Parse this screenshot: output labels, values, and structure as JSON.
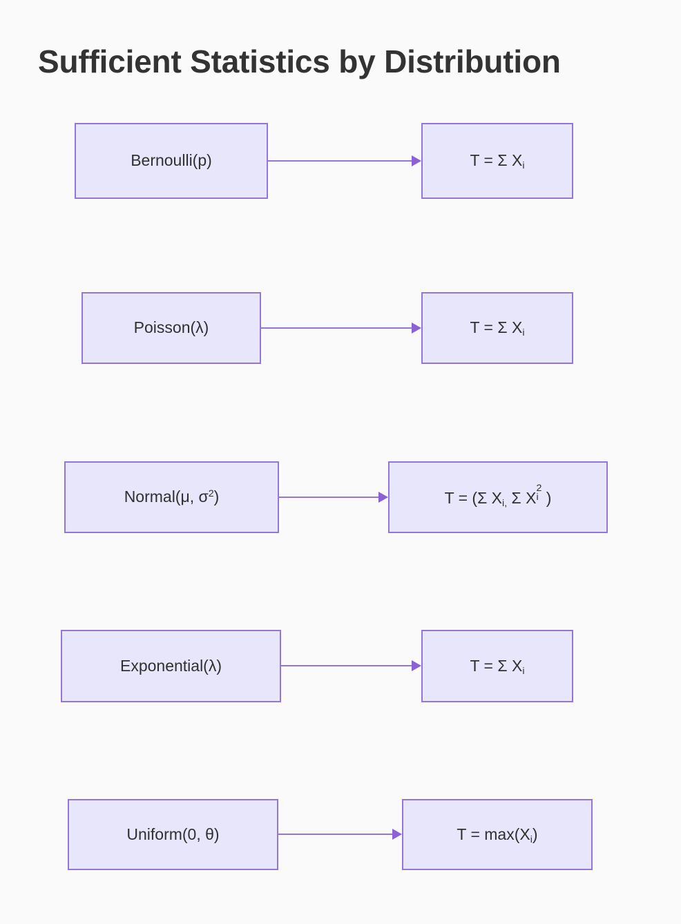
{
  "page": {
    "title": "Sufficient Statistics by Distribution",
    "background_color": "#fafafa",
    "title_color": "#333333"
  },
  "theme": {
    "node_fill": "#e8e6fb",
    "node_border": "#9575d8",
    "node_text": "#303030",
    "arrow_color": "#9575d8",
    "arrow_head_color": "#8a62d6"
  },
  "diagram": {
    "type": "flowchart",
    "orientation": "left-to-right",
    "rows": [
      {
        "id": "bernoulli",
        "source_label": "Bernoulli(p)",
        "target_label_plain": "T = Σ Xi",
        "target_parts": {
          "prefix": "T = Σ X",
          "sub": "i",
          "sup": "",
          "suffix": ""
        },
        "edge_label": ""
      },
      {
        "id": "poisson",
        "source_label": "Poisson(λ)",
        "target_label_plain": "T = Σ Xi",
        "target_parts": {
          "prefix": "T = Σ X",
          "sub": "i",
          "sup": "",
          "suffix": ""
        },
        "edge_label": ""
      },
      {
        "id": "normal",
        "source_label_plain": "Normal(μ, σ2)",
        "source_parts": {
          "prefix": "Normal(μ, σ",
          "sup": "2",
          "suffix": ")"
        },
        "target_label_plain": "T = (Σ Xi, Σ Xi2)",
        "target_parts": {
          "prefix": "T = (Σ X",
          "sub1": "i,",
          "mid": " Σ X",
          "sub2": "i",
          "sup2": "2",
          "suffix": ")"
        },
        "edge_label": ""
      },
      {
        "id": "exponential",
        "source_label": "Exponential(λ)",
        "target_label_plain": "T = Σ Xi",
        "target_parts": {
          "prefix": "T = Σ X",
          "sub": "i",
          "sup": "",
          "suffix": ""
        },
        "edge_label": ""
      },
      {
        "id": "uniform",
        "source_label": "Uniform(0, θ)",
        "target_label_plain": "T = max(Xi)",
        "target_parts": {
          "prefix": "T = max(X",
          "sub": "i",
          "sup": "",
          "suffix": ")"
        },
        "edge_label": ""
      }
    ]
  }
}
